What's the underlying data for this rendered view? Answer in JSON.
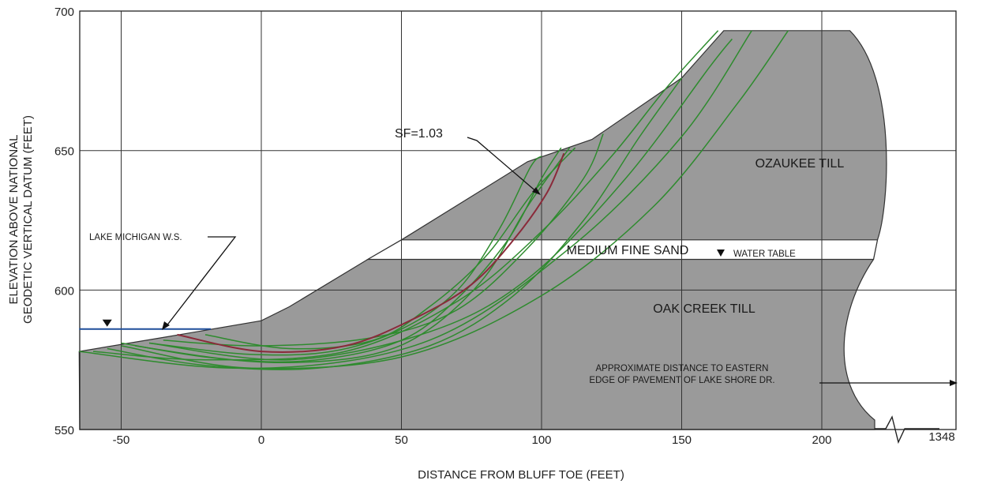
{
  "chart_data": {
    "type": "cross-section",
    "xlabel": "DISTANCE FROM BLUFF TOE (FEET)",
    "ylabel_line1": "ELEVATION ABOVE NATIONAL",
    "ylabel_line2": "GEODETIC VERTICAL DATUM (FEET)",
    "x_ticks": [
      "-50",
      "0",
      "50",
      "100",
      "150",
      "200"
    ],
    "x_tick_values": [
      -50,
      0,
      50,
      100,
      150,
      200
    ],
    "x_break_label": "1348",
    "y_ticks": [
      "550",
      "600",
      "650",
      "700"
    ],
    "y_tick_values": [
      550,
      600,
      650,
      700
    ],
    "xlim": [
      -65,
      250
    ],
    "ylim": [
      550,
      700
    ],
    "grid": true,
    "ground_surface": [
      [
        -65,
        578
      ],
      [
        -35,
        583
      ],
      [
        0,
        589
      ],
      [
        10,
        594
      ],
      [
        38,
        611
      ],
      [
        50,
        618
      ],
      [
        95,
        646
      ],
      [
        118,
        654
      ],
      [
        150,
        676
      ],
      [
        165,
        693
      ],
      [
        210,
        693
      ]
    ],
    "sand_layer": {
      "top": 618,
      "bottom": 611,
      "label": "MEDIUM FINE SAND"
    },
    "layers": [
      {
        "label": "OZAUKEE TILL"
      },
      {
        "label": "OAK CREEK TILL"
      }
    ],
    "lake_water_surface": {
      "elevation": 586,
      "x_range": [
        -65,
        -18
      ],
      "label": "LAKE MICHIGAN W.S."
    },
    "water_table_label": "WATER TABLE",
    "critical_surface": {
      "label": "SF=1.03",
      "points": [
        [
          -30,
          584
        ],
        [
          0,
          578
        ],
        [
          30,
          580
        ],
        [
          55,
          590
        ],
        [
          75,
          602
        ],
        [
          90,
          618
        ],
        [
          102,
          635
        ],
        [
          108,
          649
        ]
      ]
    },
    "trial_surfaces": [
      [
        [
          -50,
          581
        ],
        [
          -20,
          576
        ],
        [
          10,
          574
        ],
        [
          40,
          577
        ],
        [
          60,
          586
        ],
        [
          80,
          605
        ],
        [
          95,
          630
        ],
        [
          110,
          651
        ]
      ],
      [
        [
          -45,
          580
        ],
        [
          -10,
          575
        ],
        [
          20,
          575
        ],
        [
          50,
          582
        ],
        [
          70,
          597
        ],
        [
          88,
          618
        ],
        [
          100,
          640
        ],
        [
          107,
          651
        ]
      ],
      [
        [
          -40,
          581
        ],
        [
          -5,
          577
        ],
        [
          25,
          578
        ],
        [
          50,
          586
        ],
        [
          70,
          600
        ],
        [
          85,
          622
        ],
        [
          96,
          644
        ],
        [
          100,
          648
        ]
      ],
      [
        [
          -20,
          584
        ],
        [
          10,
          579
        ],
        [
          40,
          582
        ],
        [
          60,
          594
        ],
        [
          80,
          612
        ],
        [
          97,
          635
        ],
        [
          112,
          651
        ]
      ],
      [
        [
          -55,
          579
        ],
        [
          -20,
          573
        ],
        [
          20,
          572
        ],
        [
          60,
          580
        ],
        [
          90,
          598
        ],
        [
          115,
          625
        ],
        [
          135,
          655
        ],
        [
          150,
          676
        ]
      ],
      [
        [
          -60,
          578
        ],
        [
          -20,
          575
        ],
        [
          30,
          578
        ],
        [
          70,
          596
        ],
        [
          100,
          621
        ],
        [
          125,
          648
        ],
        [
          145,
          673
        ],
        [
          163,
          693
        ]
      ],
      [
        [
          -35,
          582
        ],
        [
          0,
          580
        ],
        [
          40,
          583
        ],
        [
          70,
          593
        ],
        [
          95,
          615
        ],
        [
          115,
          640
        ],
        [
          122,
          656
        ]
      ],
      [
        [
          -65,
          578
        ],
        [
          -10,
          572
        ],
        [
          50,
          576
        ],
        [
          100,
          598
        ],
        [
          140,
          630
        ],
        [
          170,
          667
        ],
        [
          188,
          693
        ]
      ],
      [
        [
          -50,
          580
        ],
        [
          0,
          572
        ],
        [
          60,
          582
        ],
        [
          110,
          615
        ],
        [
          150,
          655
        ],
        [
          175,
          693
        ]
      ],
      [
        [
          -40,
          581
        ],
        [
          10,
          575
        ],
        [
          60,
          585
        ],
        [
          95,
          604
        ],
        [
          130,
          640
        ],
        [
          160,
          680
        ],
        [
          168,
          690
        ]
      ]
    ],
    "annotation": {
      "line1": "APPROXIMATE DISTANCE TO EASTERN",
      "line2": "EDGE OF PAVEMENT OF LAKE SHORE DR."
    }
  }
}
